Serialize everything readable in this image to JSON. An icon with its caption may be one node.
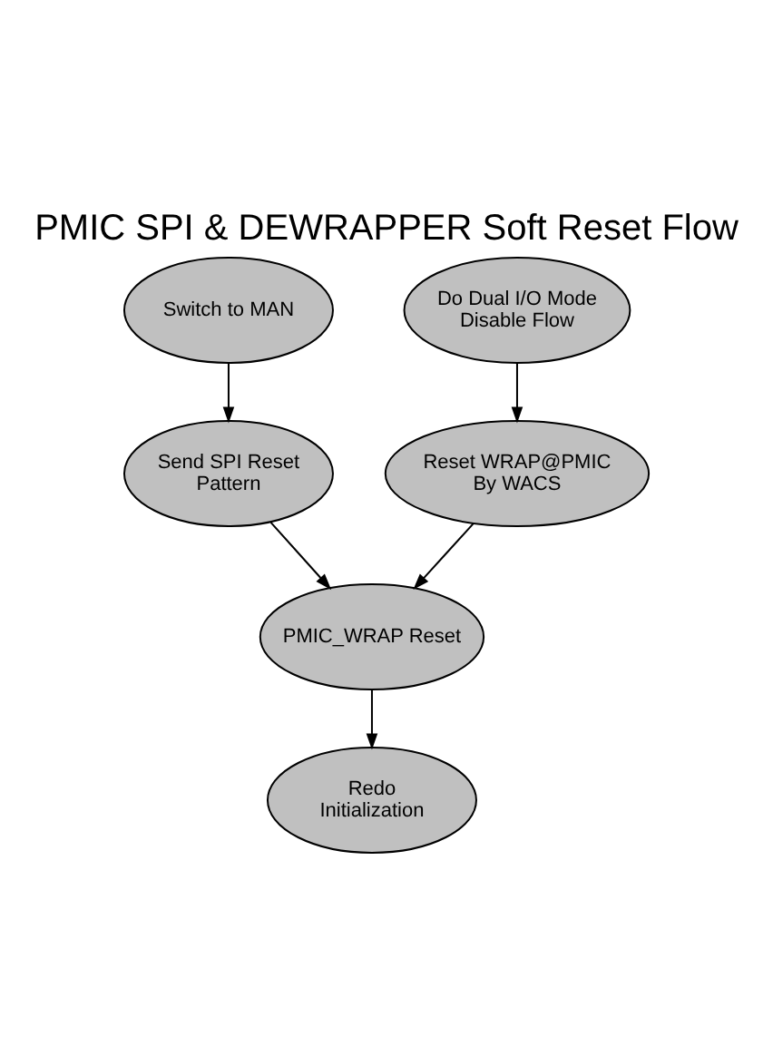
{
  "diagram": {
    "title": "PMIC SPI & DEWRAPPER Soft Reset Flow",
    "nodes": [
      {
        "text": [
          "Switch to MAN"
        ]
      },
      {
        "text": [
          "Do Dual I/O Mode Disable Flow"
        ]
      },
      {
        "text": [
          "Send SPI Reset Pattern"
        ]
      },
      {
        "text": [
          "Reset WRAP@PMIC By WACS"
        ]
      },
      {
        "text": [
          "PMIC_WRAP Reset"
        ]
      },
      {
        "text": [
          "Redo Initialization"
        ]
      }
    ],
    "edges": [
      {
        "from": 0,
        "to": 2,
        "arrow": "to"
      },
      {
        "from": 1,
        "to": 3,
        "arrow": "to"
      },
      {
        "from": 2,
        "to": 4,
        "arrow": "to"
      },
      {
        "from": 3,
        "to": 4,
        "arrow": "to"
      },
      {
        "from": 4,
        "to": 5,
        "arrow": "to"
      }
    ]
  }
}
